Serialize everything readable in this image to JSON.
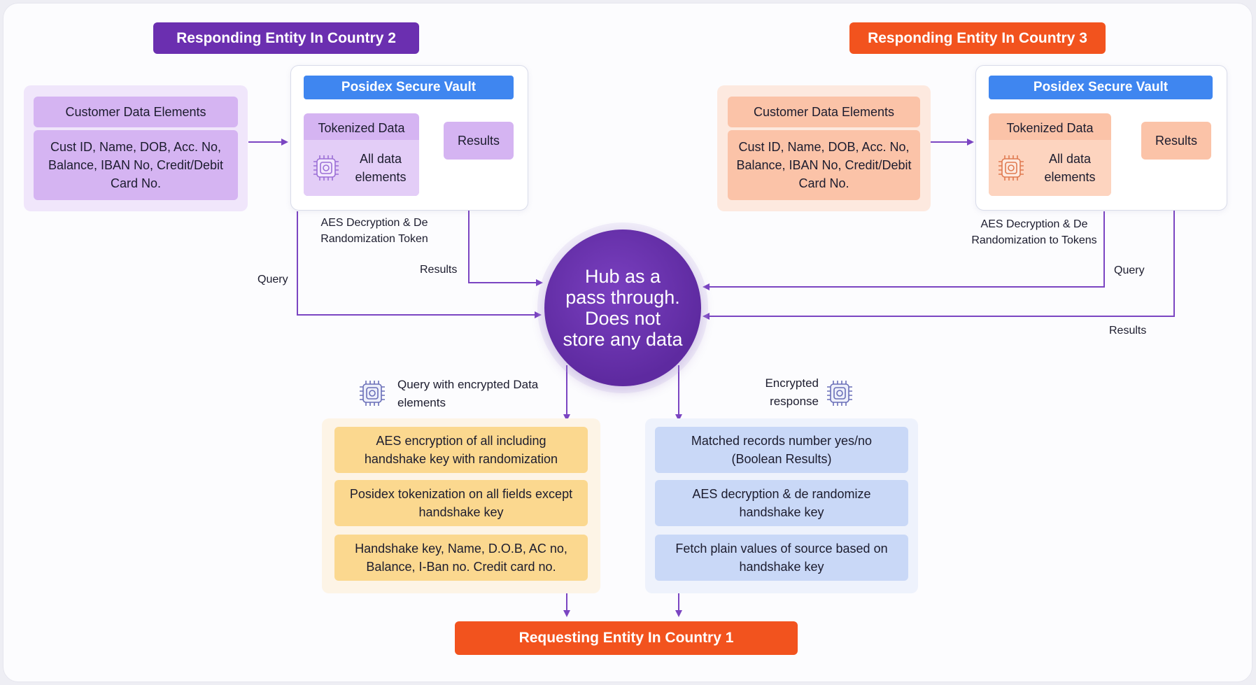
{
  "titles": {
    "country2": "Responding Entity In Country 2",
    "country3": "Responding Entity In Country 3",
    "country1": "Requesting Entity In Country 1"
  },
  "left": {
    "customer_header": "Customer Data Elements",
    "customer_body": "Cust ID, Name, DOB, Acc. No, Balance, IBAN No, Credit/Debit Card No.",
    "vault_title": "Posidex Secure Vault",
    "tokenized": "Tokenized Data",
    "all_data": "All data elements",
    "results_box": "Results",
    "aes_note": "AES Decryption & De Randomization Token",
    "query": "Query",
    "results_label": "Results"
  },
  "right": {
    "customer_header": "Customer Data Elements",
    "customer_body": "Cust ID, Name, DOB, Acc. No, Balance, IBAN No, Credit/Debit Card No.",
    "vault_title": "Posidex Secure Vault",
    "tokenized": "Tokenized Data",
    "all_data": "All data elements",
    "results_box": "Results",
    "aes_note": "AES Decryption & De Randomization to Tokens",
    "query": "Query",
    "results_label": "Results"
  },
  "hub": {
    "text": "Hub as a pass through. Does not store any data"
  },
  "bottom_left": {
    "caption": "Query with encrypted Data elements",
    "items": [
      "AES encryption of all including handshake key with randomization",
      "Posidex tokenization on all fields except handshake key",
      "Handshake key, Name, D.O.B, AC no, Balance, I-Ban no. Credit card no."
    ]
  },
  "bottom_right": {
    "caption": "Encrypted response",
    "items": [
      "Matched records number yes/no (Boolean Results)",
      "AES decryption & de randomize handshake key",
      "Fetch plain values of source based on handshake key"
    ]
  },
  "colors": {
    "purple_title": "#6b2fb0",
    "orange_title": "#f2531e",
    "purple_box": "#d5b4f2",
    "purple_box_light": "#ecdcfa",
    "peach_box": "#fbc3a8",
    "peach_box_light": "#fde6da",
    "yellow_box": "#fbd88f",
    "blue_box": "#c9d8f7",
    "line": "#7b45c2",
    "vault_blue": "#3f86f0"
  },
  "icons": [
    "chip-icon"
  ]
}
